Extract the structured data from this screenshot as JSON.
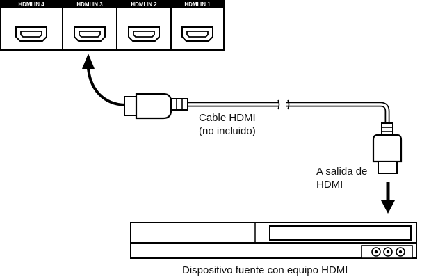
{
  "ports": [
    "HDMI IN 4",
    "HDMI IN 3",
    "HDMI IN 2",
    "HDMI IN 1"
  ],
  "cable_label": [
    "Cable HDMI",
    "(no incluido)"
  ],
  "output_label": [
    "A salida de",
    "HDMI"
  ],
  "device_label": "Dispositivo fuente con equipo HDMI"
}
